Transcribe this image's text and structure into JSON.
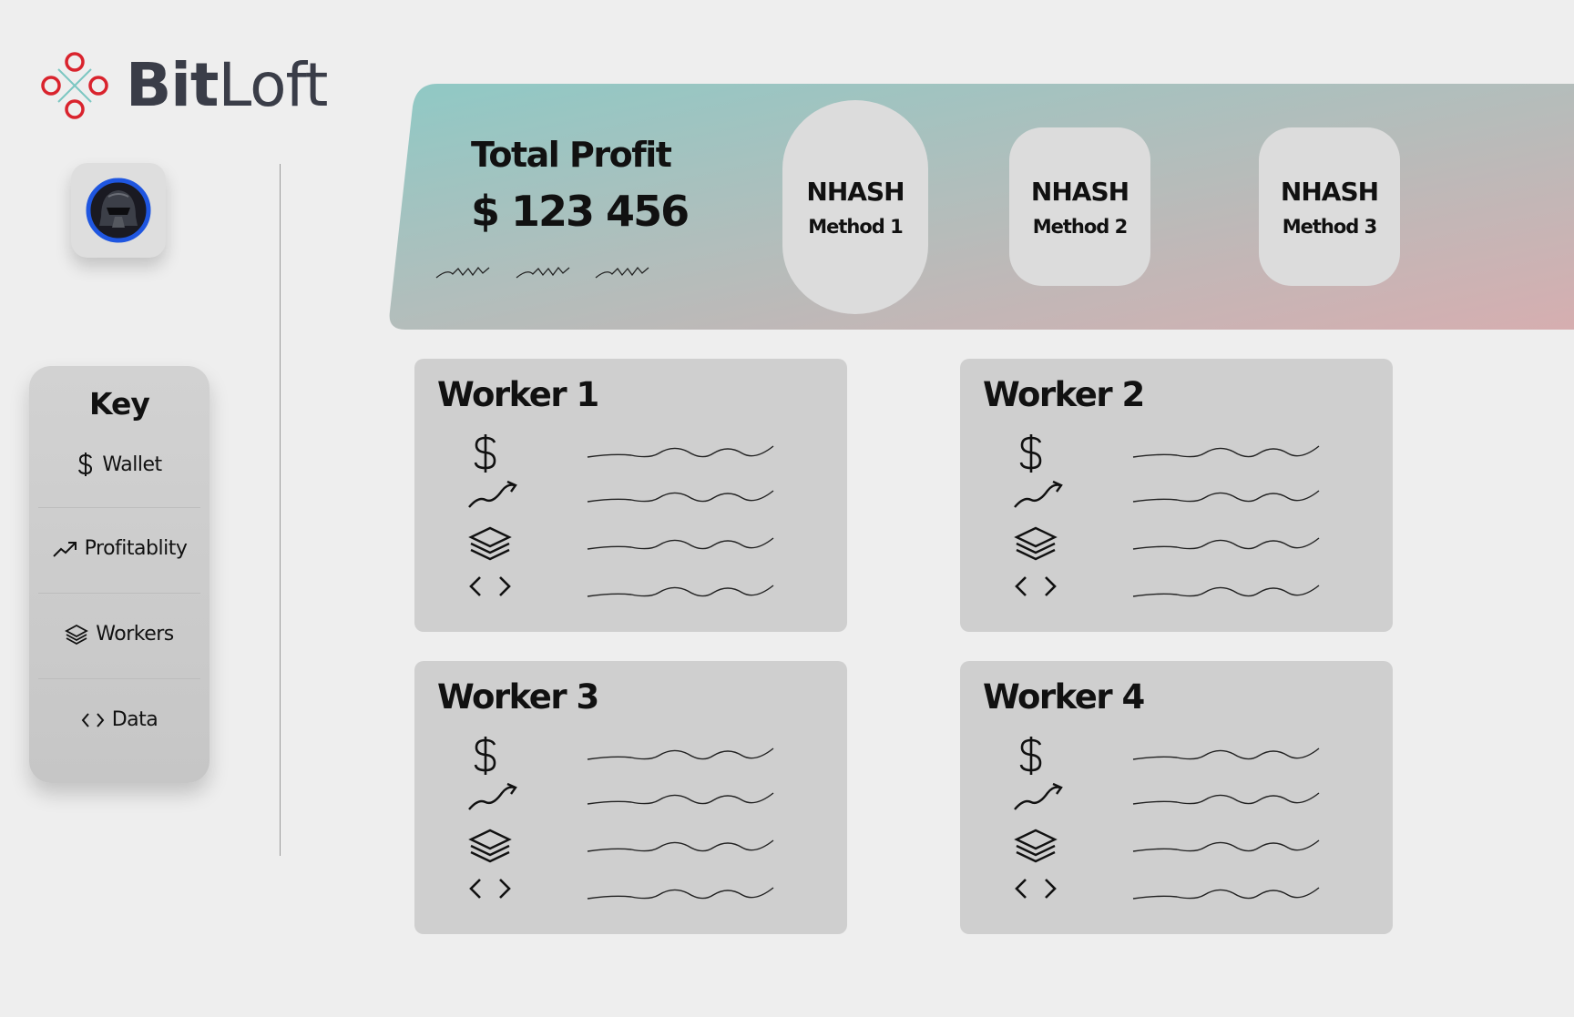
{
  "brand": {
    "name_bold": "Bit",
    "name_light": "Loft",
    "logo_icon": "diamond-rings-icon"
  },
  "avatar": {
    "icon": "user-avatar-icon"
  },
  "key": {
    "title": "Key",
    "items": [
      {
        "icon": "dollar-icon",
        "label": "Wallet"
      },
      {
        "icon": "trending-up-icon",
        "label": "Profitablity"
      },
      {
        "icon": "layers-icon",
        "label": "Workers"
      },
      {
        "icon": "code-icon",
        "label": "Data"
      }
    ]
  },
  "summary": {
    "label": "Total Profit",
    "value": "$ 123 456",
    "gradient": [
      "#8fc9c5",
      "#d5aeb0"
    ]
  },
  "methods": [
    {
      "name": "NHASH",
      "sub": "Method 1"
    },
    {
      "name": "NHASH",
      "sub": "Method 2"
    },
    {
      "name": "NHASH",
      "sub": "Method 3"
    }
  ],
  "workers": [
    {
      "title": "Worker 1"
    },
    {
      "title": "Worker 2"
    },
    {
      "title": "Worker 3"
    },
    {
      "title": "Worker 4"
    }
  ],
  "worker_metrics": [
    {
      "icon": "dollar-icon"
    },
    {
      "icon": "trending-up-icon"
    },
    {
      "icon": "layers-icon"
    },
    {
      "icon": "code-icon"
    }
  ]
}
